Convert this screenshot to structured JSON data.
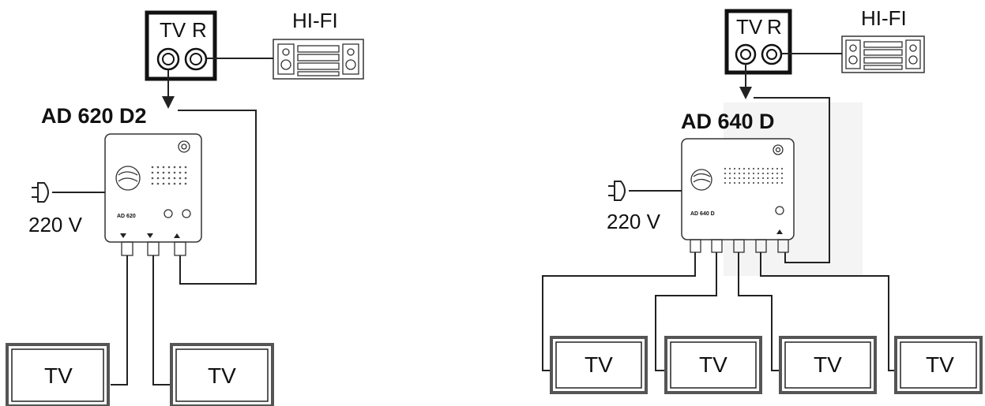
{
  "left": {
    "model": "AD 620 D2",
    "model_small": "AD 620",
    "voltage": "220 V",
    "wall_socket": {
      "tv": "TV",
      "radio": "R"
    },
    "hifi": "HI-FI",
    "tv_labels": [
      "TV",
      "TV"
    ]
  },
  "right": {
    "model": "AD 640 D",
    "model_small": "AD 640 D",
    "voltage": "220 V",
    "wall_socket": {
      "tv": "TV",
      "radio": "R"
    },
    "hifi": "HI-FI",
    "tv_labels": [
      "TV",
      "TV",
      "TV",
      "TV"
    ]
  }
}
